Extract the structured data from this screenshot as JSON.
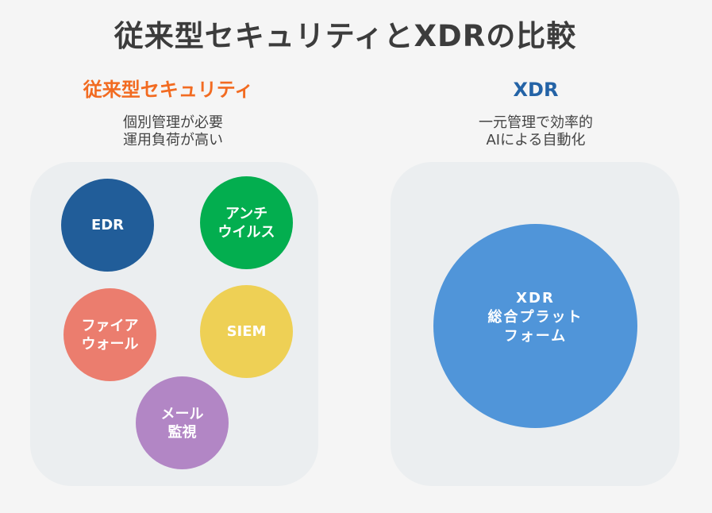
{
  "title": "従来型セキュリティとXDRの比較",
  "colors": {
    "background": "#f5f5f5",
    "panel": "#ebeef0",
    "title_text": "#3c3c3c",
    "subtitle_text": "#444444",
    "traditional_accent": "#f26b21",
    "xdr_accent": "#2463a6"
  },
  "traditional": {
    "heading": "従来型セキュリティ",
    "subtitle_lines": [
      "個別管理が必要",
      "運用負荷が高い"
    ],
    "tools": [
      {
        "id": "edr",
        "lines": [
          "EDR"
        ],
        "color": "#215d99"
      },
      {
        "id": "antivirus",
        "lines": [
          "アンチ",
          "ウイルス"
        ],
        "color": "#03ae4f"
      },
      {
        "id": "firewall",
        "lines": [
          "ファイア",
          "ウォール"
        ],
        "color": "#eb7d6e"
      },
      {
        "id": "siem",
        "lines": [
          "SIEM"
        ],
        "color": "#eed055"
      },
      {
        "id": "mail-monitoring",
        "lines": [
          "メール",
          "監視"
        ],
        "color": "#b286c5"
      }
    ]
  },
  "xdr": {
    "heading": "XDR",
    "subtitle_lines": [
      "一元管理で効率的",
      "AIによる自動化"
    ],
    "platform": {
      "main": "XDR",
      "lines": [
        "総合プラット",
        "フォーム"
      ],
      "color": "#5095d9"
    }
  }
}
